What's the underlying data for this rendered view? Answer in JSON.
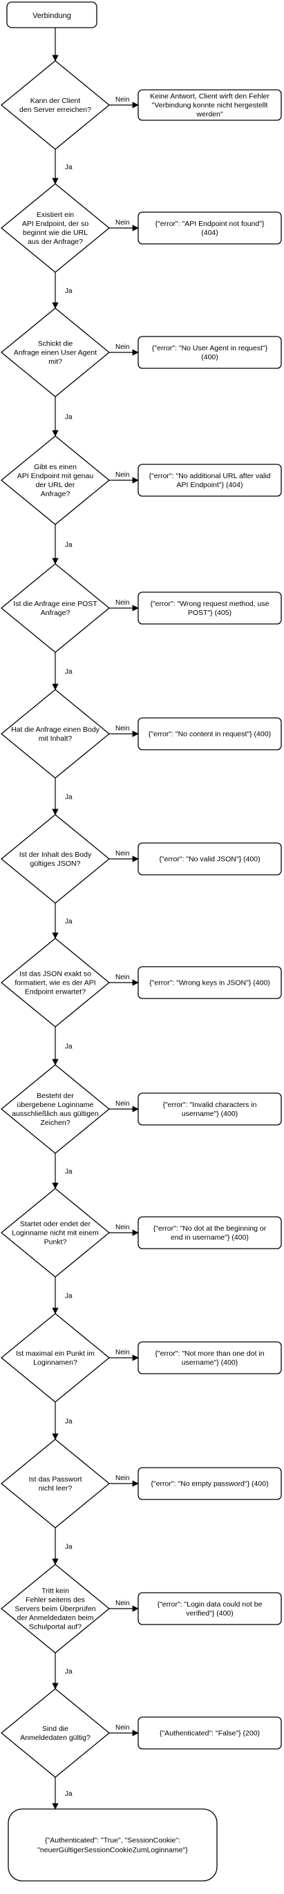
{
  "start": {
    "label": "Verbindung"
  },
  "yes_label": "Ja",
  "no_label": "Nein",
  "decisions": [
    {
      "question": [
        "Kann der Client",
        "den Server erreichen?"
      ],
      "result": [
        "Keine Antwort, Client wirft den Fehler",
        "\"Verbindung konnte nicht hergestellt",
        "werden\""
      ]
    },
    {
      "question": [
        "Existiert ein",
        "API Endpoint, der so",
        "beginnt wie die URL",
        "aus der Anfrage?"
      ],
      "result": [
        "{\"error\": \"API Endpoint not found\"}",
        "(404)"
      ]
    },
    {
      "question": [
        "Schickt die",
        "Anfrage einen User Agent",
        "mit?"
      ],
      "result": [
        "{\"error\": \"No User Agent in request\"}",
        "(400)"
      ]
    },
    {
      "question": [
        "Gibt es einen",
        "API Endpoint mit genau",
        "der URL der",
        "Anfrage?"
      ],
      "result": [
        "{\"error\": \"No additional URL after valid",
        "API Endpoint\"} (404)"
      ]
    },
    {
      "question": [
        "Ist die Anfrage eine POST",
        "Anfrage?"
      ],
      "result": [
        "{\"error\": \"Wrong request method, use",
        "POST\"} (405)"
      ]
    },
    {
      "question": [
        "Hat die Anfrage einen Body",
        "mit Inhalt?"
      ],
      "result": [
        "{\"error\": \"No content in request\"} (400)"
      ]
    },
    {
      "question": [
        "Ist der Inhalt des Body",
        "gültiges JSON?"
      ],
      "result": [
        "{\"error\": \"No valid JSON\"} (400)"
      ]
    },
    {
      "question": [
        "Ist das JSON exakt so",
        "formatiert, wie es der API",
        "Endpoint erwartet?"
      ],
      "result": [
        "{\"error\": \"Wrong keys in JSON\"} (400)"
      ]
    },
    {
      "question": [
        "Besteht der",
        "übergebene Loginname",
        "ausschließlich aus gültigen",
        "Zeichen?"
      ],
      "result": [
        "{\"error\": \"Invalid characters in",
        "username\"} (400)"
      ]
    },
    {
      "question": [
        "Startet oder endet der",
        "Loginname nicht mit einem",
        "Punkt?"
      ],
      "result": [
        "{\"error\": \"No dot at the beginning or",
        "end in username\"} (400)"
      ]
    },
    {
      "question": [
        "Ist maximal ein Punkt im",
        "Loginnamen?"
      ],
      "result": [
        "{\"error\": \"Not more than one dot in",
        "username\"} (400)"
      ]
    },
    {
      "question": [
        "Ist das Passwort",
        "nicht leer?"
      ],
      "result": [
        "{\"error\": \"No empty password\"} (400)"
      ]
    },
    {
      "question": [
        "Tritt kein",
        "Fehler seitens des",
        "Servers beim Überprüfen",
        "der Anmeldedaten beim",
        "Schulportal auf?"
      ],
      "result": [
        "{\"error\": \"Login data could not be",
        "verified\"} (400)"
      ]
    },
    {
      "question": [
        "Sind die",
        "Anmeldedaten gültig?"
      ],
      "result": [
        "{\"Authenticated\": \"False\"} (200)"
      ]
    }
  ],
  "end": {
    "label": [
      "{\"Authenticated\": \"True\", \"SessionCookie\":",
      "\"neuerGültigerSessionCookieZumLoginname\"}"
    ]
  }
}
